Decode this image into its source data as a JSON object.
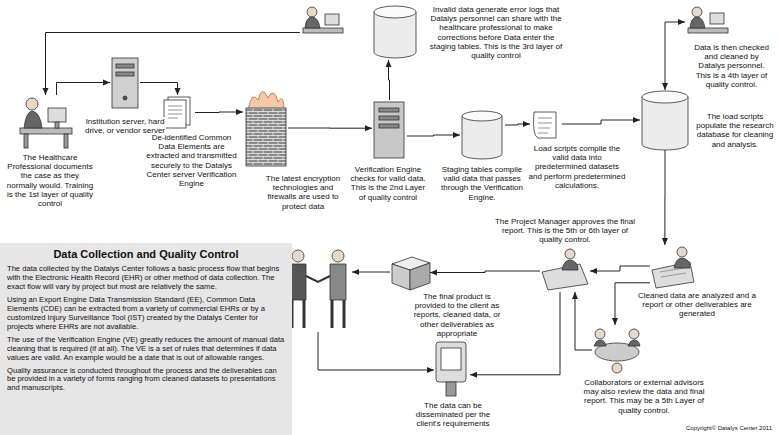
{
  "diagram": {
    "nodes": [
      {
        "text": [
          "The Healthcare Professional documents the case as they normally would. Training is the 1st layer of quality control"
        ]
      },
      {
        "text": [
          "Institution server, hard drive, or vendor server"
        ]
      },
      {
        "text": [
          "De-identified Common Data Elements are extracted and transmitted securely to the Datalys Center server Verification Engine"
        ]
      },
      {
        "text": [
          "The latest encryption technologies and firewalls are used to protect data"
        ]
      },
      {
        "text": [
          "Verification Engine checks for valid data. This is the 2nd Layer of quality control"
        ]
      },
      {
        "text": [
          "Invalid data generate error logs that Datalys personnel can share with the healthcare professional to make corrections before Data enter the staging tables. This is the 3rd layer of quality control"
        ]
      },
      {
        "text": [
          "Staging tables compile valid data that passes through the Verification Engine."
        ]
      },
      {
        "text": [
          "Load scripts compile the valid data into predetermined datasets and perform predetermined calculations."
        ]
      },
      {
        "text": [
          "The load scripts populate the research database for cleaning and analysis."
        ]
      },
      {
        "text": [
          "Data is then checked and cleaned by Datalys personnel. This is a 4th layer of quality control."
        ]
      },
      {
        "text": [
          "Cleaned data are analyzed and a report or other deliverables are generated"
        ]
      },
      {
        "text": [
          "The Project Manager approves the final report. This is the 5th or 6th layer of quality control."
        ]
      },
      {
        "text": [
          "The final product is provided to the client as reports, cleaned data, or other deliverables as appropriate"
        ]
      },
      {
        "text": [
          "The data can be disseminated per the client's requirements"
        ]
      },
      {
        "text": [
          "Collaborators or external advisors may also review the data and final report. This may be a 5th Layer of quality control."
        ]
      },
      {
        "text": [
          "Data Collection and Quality Control",
          "The data collected by the Datalys Center follows a basic process flow that begins with the Electronic Health Record (EHR) or other method of data collection. The exact flow will vary by project but most are relatively the same.",
          "Using an Export Engine Data Transmission Standard (EE), Common Data Elements (CDE) can be extracted from a variety of commercial EHRs or by a customized Injury Surveillance Tool (IST) created by the Datalys Center for projects where EHRs are not available.",
          "The use of the Verification Engine (VE) greatly reduces the amount of manual data cleaning that is required (if at all). The VE is a set of rules that determines if data values are valid. An example would be a date that is out of allowable ranges.",
          "Quality assurance is conducted throughout the process and the deliverables can be provided in a variety of forms ranging from cleaned datasets to presentations and manuscripts."
        ]
      }
    ],
    "edges": [
      {
        "from": 0,
        "to": 1,
        "arrow": "to"
      },
      {
        "from": 1,
        "to": 2,
        "arrow": "to"
      },
      {
        "from": 2,
        "to": 3,
        "arrow": "to"
      },
      {
        "from": 3,
        "to": 4,
        "arrow": "to"
      },
      {
        "from": 4,
        "to": 5,
        "arrow": "to"
      },
      {
        "from": 5,
        "to": 0,
        "arrow": "to"
      },
      {
        "from": 4,
        "to": 6,
        "arrow": "to"
      },
      {
        "from": 6,
        "to": 7,
        "arrow": "to"
      },
      {
        "from": 7,
        "to": 8,
        "arrow": "to"
      },
      {
        "from": 8,
        "to": 9,
        "arrow": "both"
      },
      {
        "from": 8,
        "to": 10,
        "arrow": "to"
      },
      {
        "from": 10,
        "to": 11,
        "arrow": "to"
      },
      {
        "from": 11,
        "to": 12,
        "arrow": "to"
      },
      {
        "from": 10,
        "to": 14,
        "arrow": "to"
      },
      {
        "from": 14,
        "to": 11,
        "arrow": "to"
      },
      {
        "from": 11,
        "to": 13,
        "arrow": "to"
      }
    ],
    "labels": [
      "Copyright© Datalys Center 2011"
    ]
  }
}
